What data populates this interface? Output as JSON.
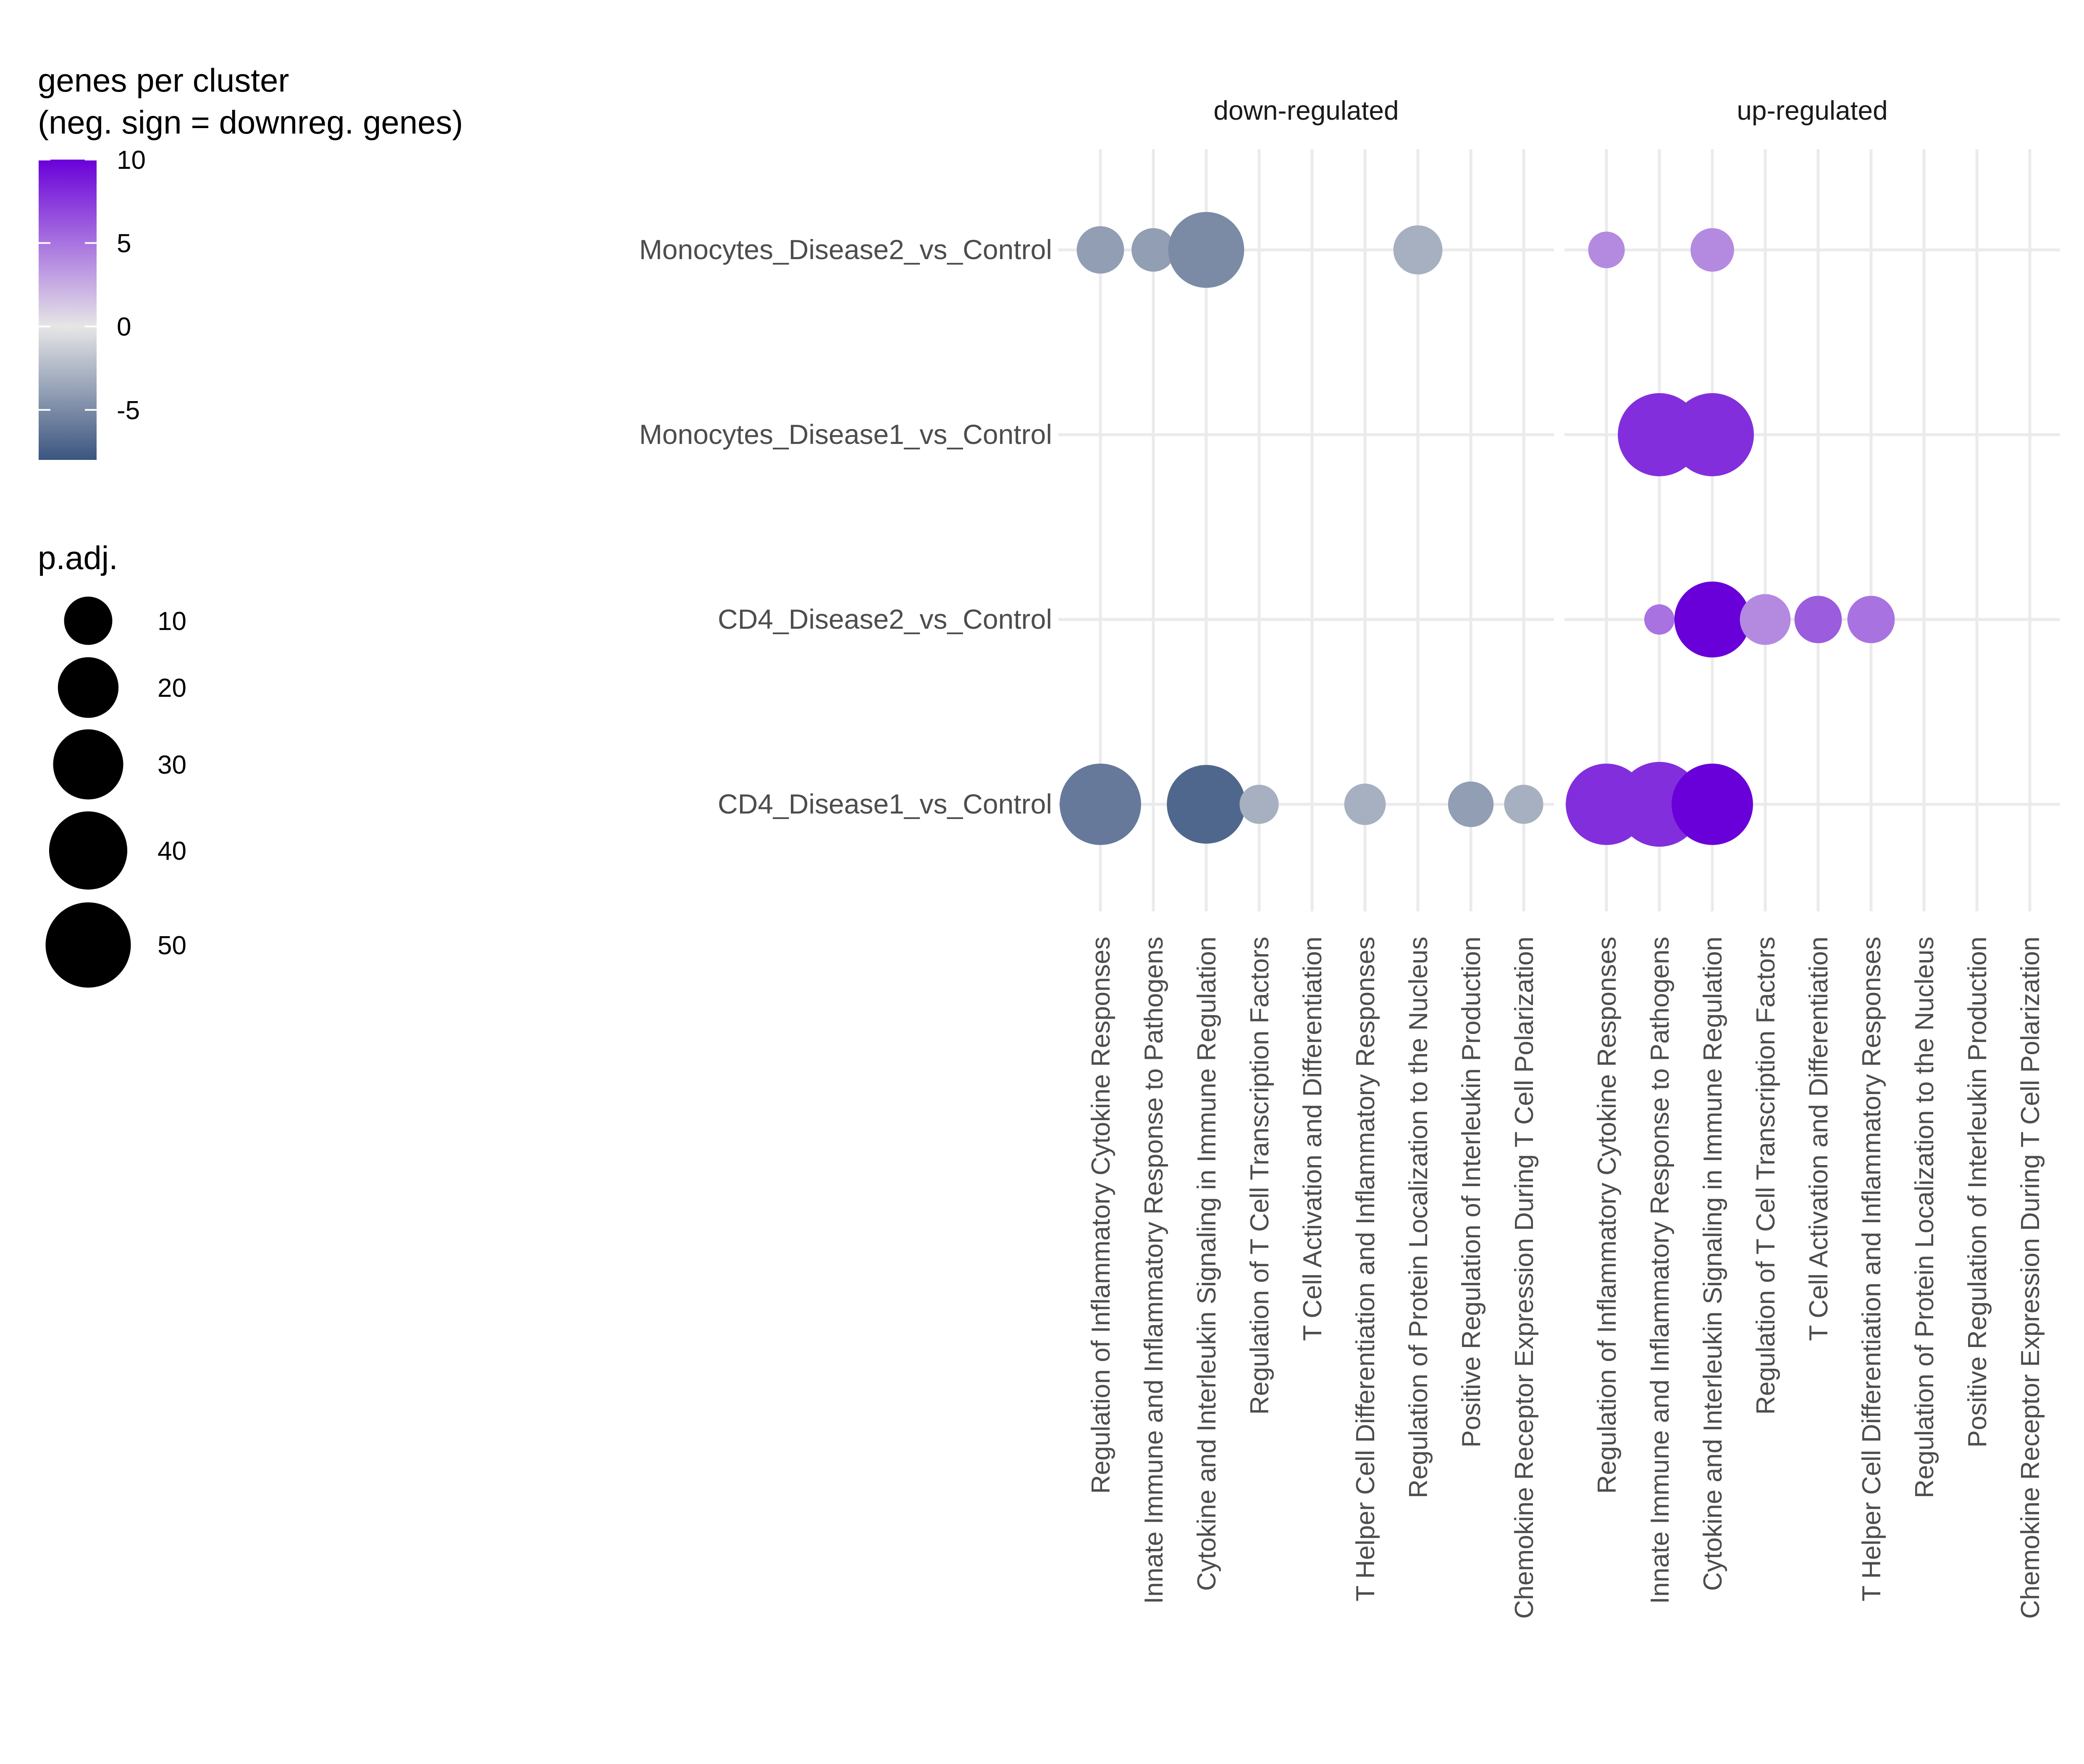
{
  "chart_data": {
    "type": "scatter",
    "subtype": "dot-plot",
    "panels": [
      "down-regulated",
      "up-regulated"
    ],
    "rows": [
      "Monocytes_Disease2_vs_Control",
      "Monocytes_Disease1_vs_Control",
      "CD4_Disease2_vs_Control",
      "CD4_Disease1_vs_Control"
    ],
    "terms": [
      "Regulation of Inflammatory Cytokine Responses",
      "Innate Immune and Inflammatory Response to Pathogens",
      "Cytokine and Interleukin Signaling in Immune Regulation",
      "Regulation of T Cell Transcription Factors",
      "T Cell Activation and Differentiation",
      "T Helper Cell Differentiation and Inflammatory Responses",
      "Regulation of Protein Localization to the Nucleus",
      "Positive Regulation of Interleukin Production",
      "Chemokine Receptor Expression During T Cell Polarization"
    ],
    "color_legend": {
      "title": "genes per cluster\n(neg. sign = downreg. genes)",
      "title_lines": [
        "genes per cluster",
        "(neg. sign = downreg. genes)"
      ],
      "ticks": [
        10,
        5,
        0,
        -5
      ],
      "tick_labels": [
        "10",
        "5",
        "0",
        "-5"
      ],
      "range": [
        -8,
        10
      ],
      "low_color": "#3b5580",
      "mid_color": "#e6e6e6",
      "high_color": "#6a00d9"
    },
    "size_legend": {
      "title": "p.adj.",
      "values": [
        10,
        20,
        30,
        40,
        50
      ],
      "labels": [
        "10",
        "20",
        "30",
        "40",
        "50"
      ]
    },
    "points": [
      {
        "panel": "down-regulated",
        "row": "Monocytes_Disease2_vs_Control",
        "term": "Regulation of Inflammatory Cytokine Responses",
        "genes": -4,
        "padj": 9
      },
      {
        "panel": "down-regulated",
        "row": "Monocytes_Disease2_vs_Control",
        "term": "Innate Immune and Inflammatory Response to Pathogens",
        "genes": -4,
        "padj": 7
      },
      {
        "panel": "down-regulated",
        "row": "Monocytes_Disease2_vs_Control",
        "term": "Cytokine and Interleukin Signaling in Immune Regulation",
        "genes": -5,
        "padj": 32
      },
      {
        "panel": "down-regulated",
        "row": "Monocytes_Disease2_vs_Control",
        "term": "Regulation of Protein Localization to the Nucleus",
        "genes": -3,
        "padj": 10
      },
      {
        "panel": "down-regulated",
        "row": "CD4_Disease1_vs_Control",
        "term": "Regulation of Inflammatory Cytokine Responses",
        "genes": -6,
        "padj": 38
      },
      {
        "panel": "down-regulated",
        "row": "CD4_Disease1_vs_Control",
        "term": "Cytokine and Interleukin Signaling in Immune Regulation",
        "genes": -7,
        "padj": 35
      },
      {
        "panel": "down-regulated",
        "row": "CD4_Disease1_vs_Control",
        "term": "Regulation of T Cell Transcription Factors",
        "genes": -3,
        "padj": 5
      },
      {
        "panel": "down-regulated",
        "row": "CD4_Disease1_vs_Control",
        "term": "T Helper Cell Differentiation and Inflammatory Responses",
        "genes": -3,
        "padj": 6
      },
      {
        "panel": "down-regulated",
        "row": "CD4_Disease1_vs_Control",
        "term": "Positive Regulation of Interleukin Production",
        "genes": -4,
        "padj": 8
      },
      {
        "panel": "down-regulated",
        "row": "CD4_Disease1_vs_Control",
        "term": "Chemokine Receptor Expression During T Cell Polarization",
        "genes": -3,
        "padj": 5
      },
      {
        "panel": "up-regulated",
        "row": "Monocytes_Disease2_vs_Control",
        "term": "Regulation of Inflammatory Cytokine Responses",
        "genes": 4,
        "padj": 4
      },
      {
        "panel": "up-regulated",
        "row": "Monocytes_Disease2_vs_Control",
        "term": "Cytokine and Interleukin Signaling in Immune Regulation",
        "genes": 4,
        "padj": 7
      },
      {
        "panel": "up-regulated",
        "row": "Monocytes_Disease1_vs_Control",
        "term": "Innate Immune and Inflammatory Response to Pathogens",
        "genes": 8,
        "padj": 40
      },
      {
        "panel": "up-regulated",
        "row": "Monocytes_Disease1_vs_Control",
        "term": "Cytokine and Interleukin Signaling in Immune Regulation",
        "genes": 8,
        "padj": 40
      },
      {
        "panel": "up-regulated",
        "row": "CD4_Disease2_vs_Control",
        "term": "Innate Immune and Inflammatory Response to Pathogens",
        "genes": 5,
        "padj": 2
      },
      {
        "panel": "up-regulated",
        "row": "CD4_Disease2_vs_Control",
        "term": "Cytokine and Interleukin Signaling in Immune Regulation",
        "genes": 10,
        "padj": 32
      },
      {
        "panel": "up-regulated",
        "row": "CD4_Disease2_vs_Control",
        "term": "Regulation of T Cell Transcription Factors",
        "genes": 4,
        "padj": 11
      },
      {
        "panel": "up-regulated",
        "row": "CD4_Disease2_vs_Control",
        "term": "T Cell Activation and Differentiation",
        "genes": 6,
        "padj": 9
      },
      {
        "panel": "up-regulated",
        "row": "CD4_Disease2_vs_Control",
        "term": "T Helper Cell Differentiation and Inflammatory Responses",
        "genes": 5,
        "padj": 9
      },
      {
        "panel": "up-regulated",
        "row": "CD4_Disease1_vs_Control",
        "term": "Regulation of Inflammatory Cytokine Responses",
        "genes": 8,
        "padj": 38
      },
      {
        "panel": "up-regulated",
        "row": "CD4_Disease1_vs_Control",
        "term": "Innate Immune and Inflammatory Response to Pathogens",
        "genes": 8,
        "padj": 42
      },
      {
        "panel": "up-regulated",
        "row": "CD4_Disease1_vs_Control",
        "term": "Cytokine and Interleukin Signaling in Immune Regulation",
        "genes": 10,
        "padj": 38
      }
    ],
    "grid": true,
    "legend_position": "left"
  }
}
